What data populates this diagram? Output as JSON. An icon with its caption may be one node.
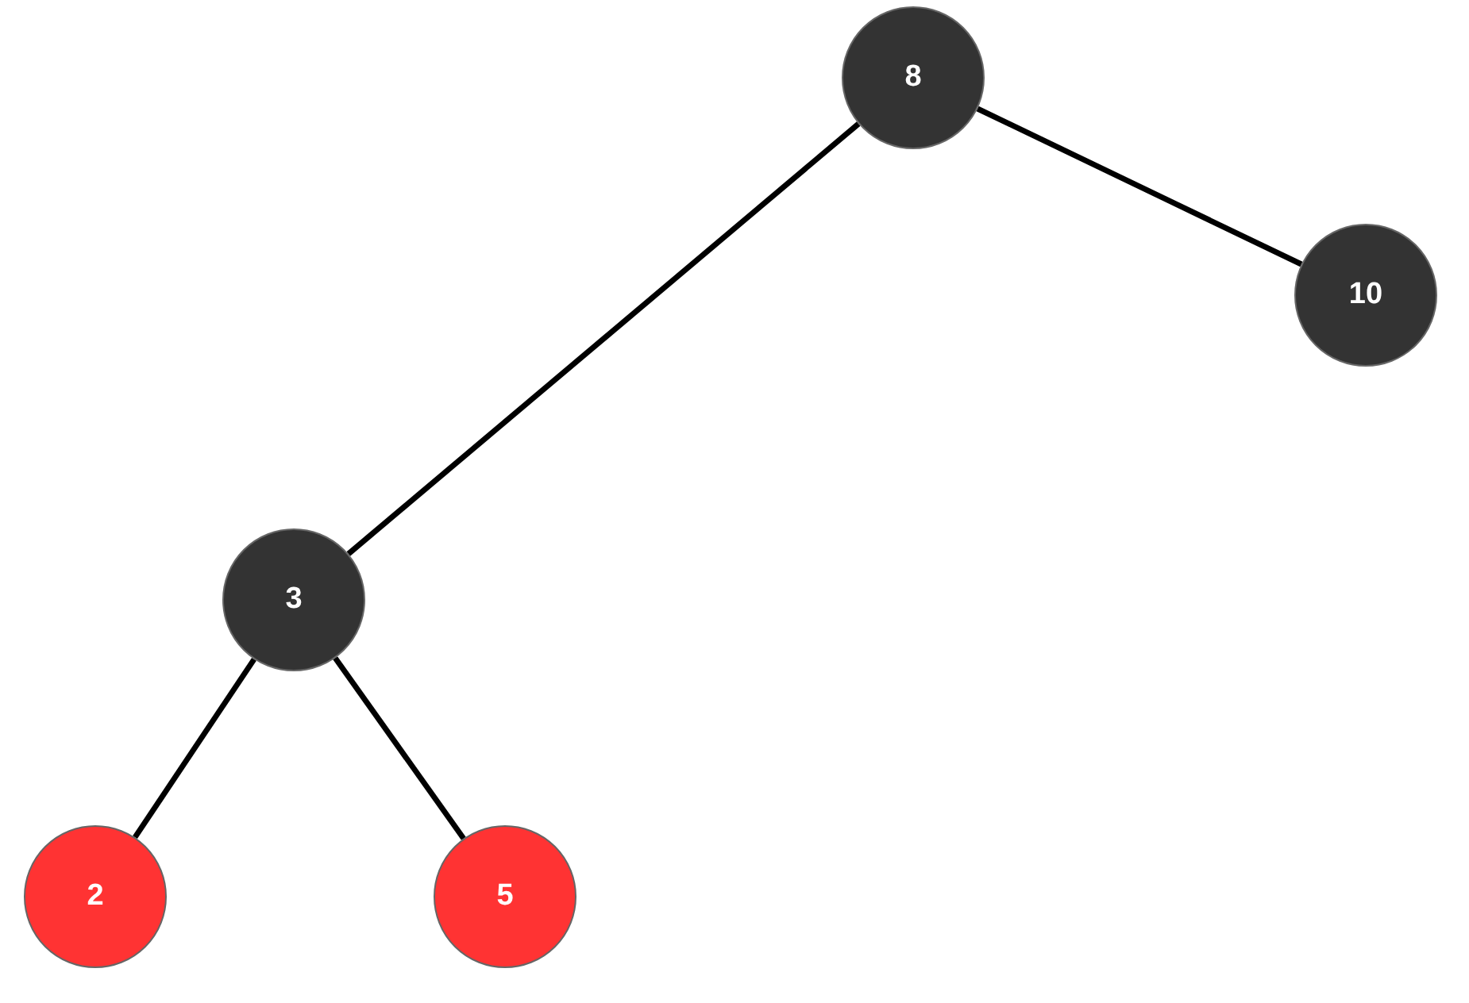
{
  "diagram": {
    "nodes": [
      {
        "text": [
          "8"
        ]
      },
      {
        "text": [
          "10"
        ]
      },
      {
        "text": [
          "3"
        ]
      },
      {
        "text": [
          "2"
        ]
      },
      {
        "text": [
          "5"
        ]
      }
    ],
    "edges": [
      {
        "from": 0,
        "to": 2,
        "arrow": "none"
      },
      {
        "from": 0,
        "to": 1,
        "arrow": "none"
      },
      {
        "from": 2,
        "to": 3,
        "arrow": "none"
      },
      {
        "from": 2,
        "to": 4,
        "arrow": "none"
      }
    ]
  }
}
